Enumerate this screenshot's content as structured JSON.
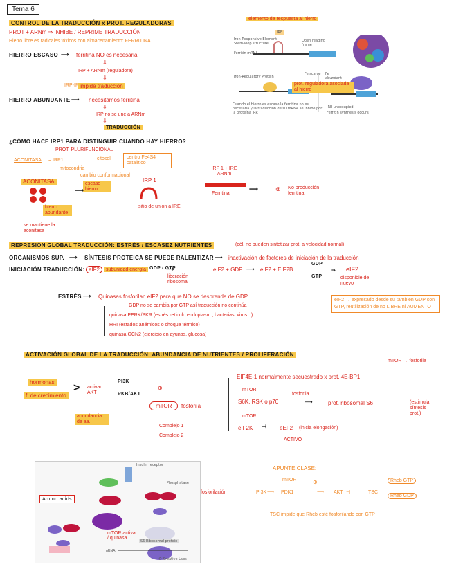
{
  "title": "Tema 6",
  "section1": {
    "heading": "CONTROL DE LA TRADUCCIÓN x PROT. REGULADORAS",
    "line1": "PROT + ARNm ⇒ INHIBE / REPRIME TRADUCCIÓN",
    "line2": "Hierro libre es radicales tóxicos con almacenamiento: FERRITINA",
    "hierro_escaso": "HIERRO ESCASO",
    "ferritina_no": "ferritina NO es necesaria",
    "irp_arnm": "IRP + ARNm (reguladora)",
    "irp_ire": "IRP-IRE",
    "impide": "impide traducción",
    "hierro_abundante": "HIERRO ABUNDANTE",
    "necesitamos": "necesitamos ferritina",
    "irp_no": "IRP no se une a ARNm",
    "traduccion": "TRADUCCIÓN"
  },
  "figure1": {
    "top_label": "elemento de respuesta al hierro",
    "ire_label": "IRE",
    "iron_response": "Iron-Responsive Element\nStem-loop structure",
    "open_reading": "Open reading frame",
    "ferritin_mrna": "Ferritin mRNA",
    "iron_reg": "Iron-Regulatory Protein",
    "fe_scarce": "Fe scarce",
    "fe_abundant": "Fe abundant",
    "irp_desc": "prot. reguladora asociada al hierro",
    "ire_unoccupied": "IRE unoccupied",
    "ferritin_synth": "Ferritin synthesis occurs",
    "caption": "Cuando el hierro es escaso la ferritina no es necesaria y la traducción de su mRNA se inhibe por la proteína IRP."
  },
  "section2": {
    "question": "¿CÓMO HACE IRP1 PARA DISTINGUIR CUANDO HAY HIERRO?",
    "prot_plurif": "PROT. PLURIFUNCIONAL",
    "aconitasa": "ACONITASA",
    "eq": "= IRP1",
    "citosol": "citosol",
    "mitocondria": "mitocondria",
    "centro_box": "centro Fe4S4 catalítico",
    "aconitasa_node": "ACONITASA",
    "cambio_conf": "cambio conformacional",
    "escaso_hierro": "escaso hierro",
    "irp1_node": "IRP 1",
    "irp_ire_arnm": "IRP 1 + IRE ARNm",
    "ferritina": "Ferritina",
    "no_prod": "No producción ferritina",
    "hierro_abundante": "hierro abundante",
    "activa": "se mantiene la aconitasa",
    "sitio_union": "sitio de unión a IRE"
  },
  "section3": {
    "heading": "REPRESIÓN GLOBAL TRADUCCIÓN: ESTRÉS / ESCASEZ NUTRIENTES",
    "heading_note": "(cél. no pueden sintetizar prot. a velocidad normal)",
    "organismos": "ORGANISMOS SUP.",
    "sintesis": "SÍNTESIS PROTEICA SE PUEDE RALENTIZAR",
    "inactivacion": "inactivación de factores de iniciación de la traducción",
    "iniciacion": "INICIACIÓN TRADUCCIÓN:",
    "eif2": "eIF2",
    "subunit": "subunidad energía",
    "gdp_gtp": "GDP / GTP",
    "liberacion": "liberación ribosoma",
    "eif2_gdp": "eIF2 + GDP",
    "eif2_eif2b": "eIF2 + EIF2B",
    "gdp": "GDP",
    "gtp": "GTP",
    "eif2_final": "eIF2",
    "eif2_note": "disponible de nuevo",
    "estres": "ESTRÉS",
    "quinasas": "Quinasas fosforilan eIF2 para que NO se desprenda de GDP",
    "gdp_no": "GDP no se cambia por GTP así traducción no continúa",
    "k1": "quinasa PERK/PKR (estrés retículo endoplasm., bacterias, virus...)",
    "k2": "HRI (estados anémicos o choque térmico)",
    "k3": "quinasa GCN2 (ejercicio en ayunas, glucosa)",
    "box_note": "eIF2 → expresado desde su también GDP con GTP, reutilización de no LIBRE ni AUMENTO"
  },
  "section4": {
    "heading": "ACTIVACIÓN GLOBAL DE LA TRADUCCIÓN: ABUNDANCIA DE NUTRIENTES / PROLIFERACIÓN",
    "mtor_fosf": "mTOR → fosforila",
    "hormonas": "hormonas",
    "f_crecimiento": "f. de crecimiento",
    "activan": "activan AKT",
    "pi3k": "PI3K",
    "pkb": "PKB/AKT",
    "abundancia": "abundancia de aa.",
    "mtor": "mTOR",
    "fosforila": "fosforila",
    "complejo1": "Complejo 1",
    "complejo2": "Complejo 2",
    "eif4e": "EIF4E-1 normalmente secuestrado x prot. 4E-BP1",
    "mtor2": "mTOR",
    "s6k": "S6K, RSK o p70",
    "fosfoila2": "fosforila",
    "prot_ribo": "prot. ribosomal S6",
    "ribo_note": "(estimula síntesis prot.)",
    "mtor3": "mTOR",
    "eif2k": "eIF2K",
    "eef2": "eEF2",
    "eef2_note": "(inicia elongación)",
    "activo": "ACTIVO"
  },
  "figure2": {
    "insulin_receptor": "Insulin receptor",
    "phosphatase": "Phosphatase",
    "amino_acids": "Amino acids",
    "s6_ribosomal": "S6 Ribosomal protein",
    "mrna": "mRNA",
    "annotation": "fosforilación",
    "annotation2": "mTOR activa / quinasa",
    "copyright": "© Creative Labs"
  },
  "apunte": {
    "title": "APUNTE CLASE:",
    "mtor": "mTOR",
    "pdk1": "PDK1",
    "pi3k": "PI3K",
    "akt": "AKT",
    "tsc": "TSC",
    "rheb_gtp": "Rheb GTP",
    "rheb_gdp": "Rheb GDP",
    "note": "TSC impide que Rheb esté fosforilando con GTP"
  }
}
